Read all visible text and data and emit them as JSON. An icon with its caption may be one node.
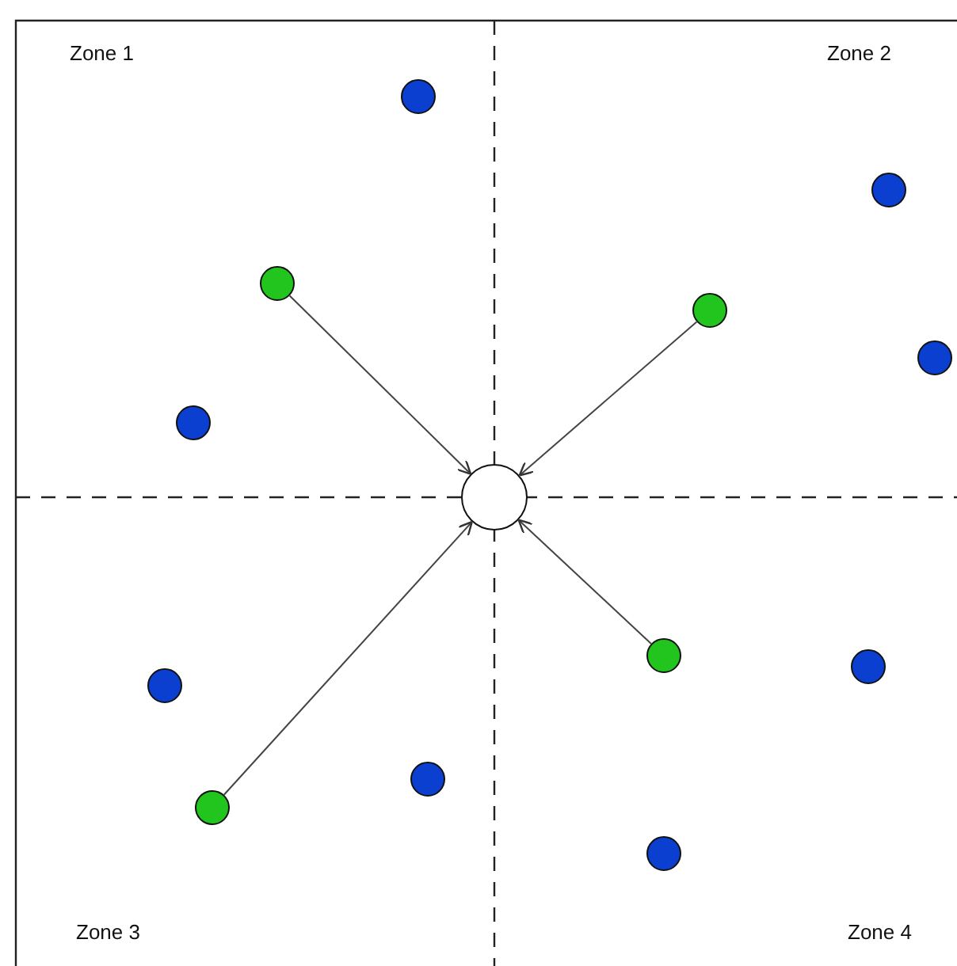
{
  "diagram": {
    "nodes": [
      {
        "text": [],
        "shape": "circle"
      },
      {
        "text": [],
        "shape": "circle"
      },
      {
        "text": [],
        "shape": "circle"
      },
      {
        "text": [],
        "shape": "circle"
      },
      {
        "text": [],
        "shape": "circle"
      },
      {
        "text": [],
        "shape": "circle"
      },
      {
        "text": [],
        "shape": "circle"
      },
      {
        "text": [],
        "shape": "circle"
      },
      {
        "text": [],
        "shape": "circle"
      },
      {
        "text": [],
        "shape": "circle"
      },
      {
        "text": [],
        "shape": "circle"
      },
      {
        "text": [],
        "shape": "circle"
      },
      {
        "text": [],
        "shape": "circle"
      }
    ],
    "edges": [
      {
        "from": 1,
        "to": 0,
        "arrow": "to"
      },
      {
        "from": 2,
        "to": 0,
        "arrow": "to"
      },
      {
        "from": 3,
        "to": 0,
        "arrow": "to"
      },
      {
        "from": 4,
        "to": 0,
        "arrow": "to"
      }
    ],
    "labels": [
      "Zone 1",
      "Zone 2",
      "Zone 3",
      "Zone 4"
    ]
  }
}
